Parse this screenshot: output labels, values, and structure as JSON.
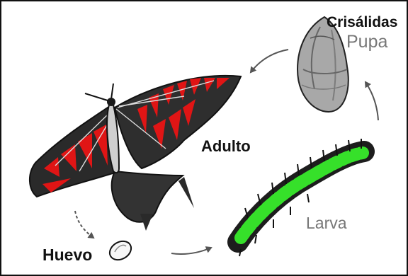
{
  "labels": {
    "pupa_es": "Crisálidas",
    "pupa_en": "Pupa",
    "adult": "Adulto",
    "larva": "Larva",
    "egg": "Huevo"
  },
  "stages": [
    "egg",
    "larva",
    "pupa",
    "adult"
  ],
  "colors": {
    "frame": "#111111",
    "wing_dark": "#2b2b2b",
    "wing_spot": "#e01515",
    "larva_green": "#36e02a",
    "pupa_gray": "#a8a8a8",
    "arrow": "#555555",
    "label_light": "#777777"
  },
  "icons": [
    "butterfly-icon",
    "chrysalis-icon",
    "caterpillar-icon",
    "egg-icon",
    "cycle-arrow-icon"
  ]
}
